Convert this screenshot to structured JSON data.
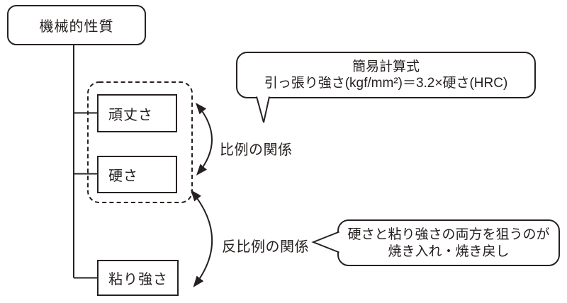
{
  "diagram": {
    "root_label": "機械的性質",
    "items": [
      {
        "label": "頑丈さ"
      },
      {
        "label": "硬さ"
      },
      {
        "label": "粘り強さ"
      }
    ],
    "relations": [
      {
        "label": "比例の関係"
      },
      {
        "label": "反比例の関係"
      }
    ],
    "callouts": [
      {
        "line1": "簡易計算式",
        "line2": "引っ張り強さ(kgf/mm²)＝3.2×硬さ(HRC)"
      },
      {
        "line1": "硬さと粘り強さの両方を狙うのが",
        "line2": "焼き入れ・焼き戻し"
      }
    ]
  },
  "colors": {
    "ink": "#262120",
    "paper": "#ffffff"
  }
}
